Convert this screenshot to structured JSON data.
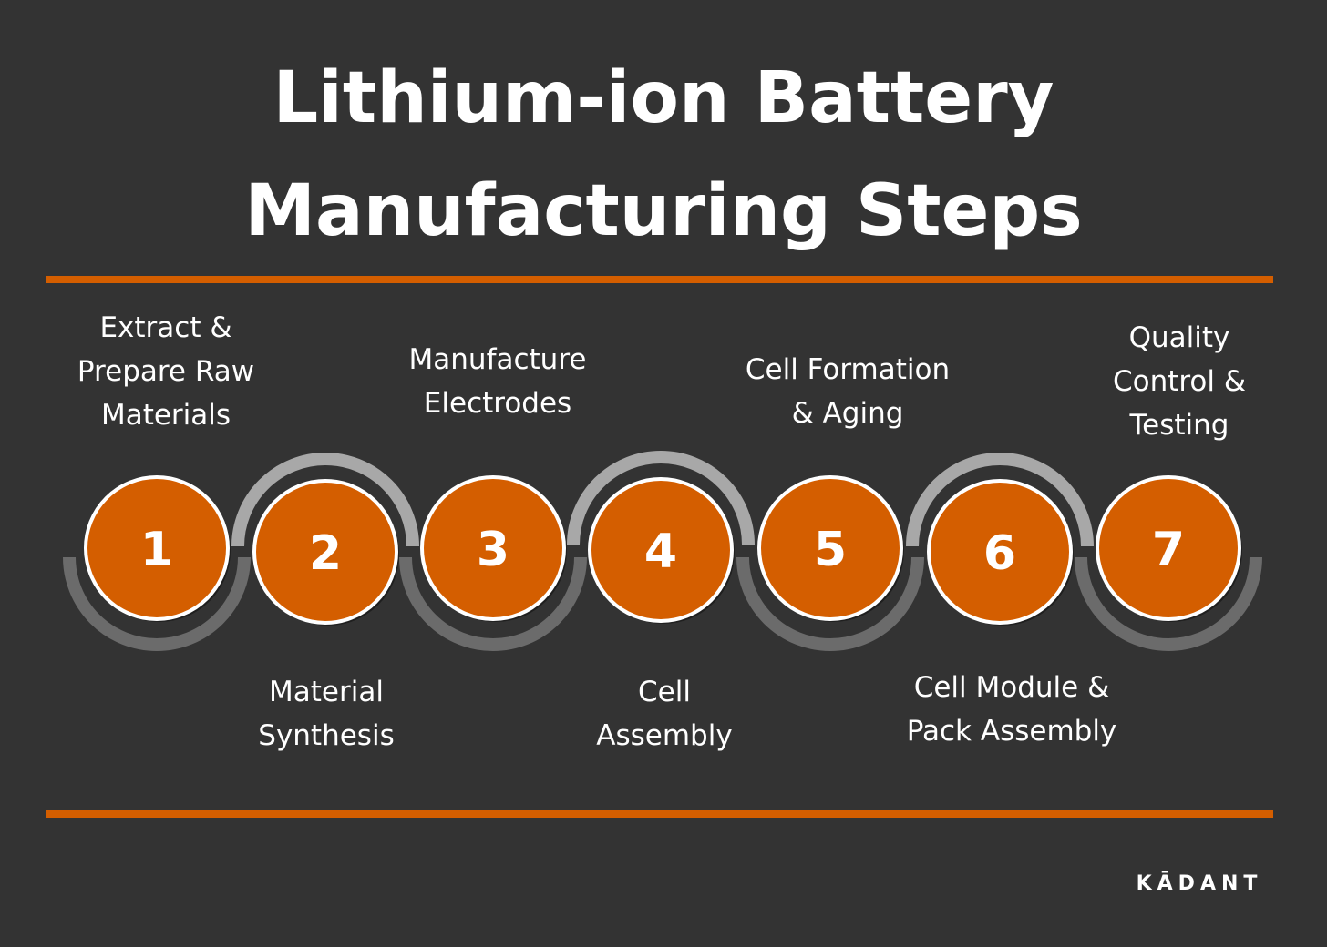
{
  "title": {
    "line1": "Lithium-ion Battery",
    "line2": "Manufacturing Steps"
  },
  "colors": {
    "background": "#333333",
    "accent": "#d45e00",
    "text": "#ffffff",
    "arc_dark": "#6b6b6b",
    "arc_light": "#a8a8a8"
  },
  "steps": [
    {
      "number": "1",
      "label": "Extract &\nPrepare Raw\nMaterials"
    },
    {
      "number": "2",
      "label": "Material\nSynthesis"
    },
    {
      "number": "3",
      "label": "Manufacture\nElectrodes"
    },
    {
      "number": "4",
      "label": "Cell\nAssembly"
    },
    {
      "number": "5",
      "label": "Cell Formation\n& Aging"
    },
    {
      "number": "6",
      "label": "Cell Module &\nPack Assembly"
    },
    {
      "number": "7",
      "label": "Quality\nControl &\nTesting"
    }
  ],
  "logo": {
    "text": "KĀDANT"
  }
}
